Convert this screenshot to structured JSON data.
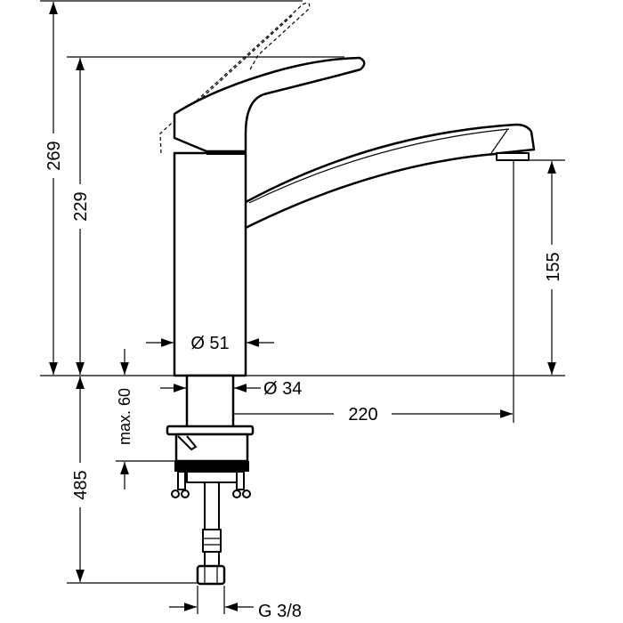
{
  "drawing": {
    "dimensions": {
      "overall_height_lever_open": "269",
      "height_lever": "229",
      "spout_height": "155",
      "body_diameter": "Ø 51",
      "shank_diameter": "Ø 34",
      "spout_reach": "220",
      "max_deck_thickness": "max. 60",
      "hose_length": "485",
      "connection_thread": "G 3/8"
    }
  }
}
